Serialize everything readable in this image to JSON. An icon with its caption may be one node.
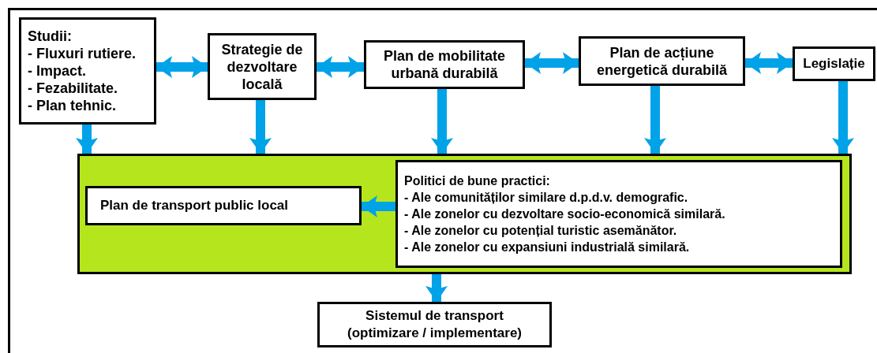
{
  "diagram": {
    "nodes": [
      {
        "text": [
          "Studii:",
          "- Fluxuri rutiere.",
          "- Impact.",
          "- Fezabilitate.",
          "- Plan tehnic."
        ]
      },
      {
        "text": [
          "Strategie de dezvoltare locală"
        ]
      },
      {
        "text": [
          "Plan de mobilitate urbană durabilă"
        ]
      },
      {
        "text": [
          "Plan de acțiune energetică durabilă"
        ]
      },
      {
        "text": [
          "Legislație"
        ]
      },
      {
        "text": [],
        "shape": "box"
      },
      {
        "text": [
          "Plan de transport public local"
        ],
        "in": 5
      },
      {
        "text": [
          "Politici de bune practici:",
          "- Ale comunităților similare d.p.d.v. demografic.",
          "- Ale zonelor cu dezvoltare socio-economică similară.",
          "- Ale zonelor cu potențial turistic asemănător.",
          "- Ale zonelor cu expansiuni industrială similară."
        ],
        "in": 5
      },
      {
        "text": [
          "Sistemul de transport (optimizare / implementare)"
        ]
      }
    ],
    "edges": [
      {
        "from": 0,
        "to": 1,
        "arrow": "both"
      },
      {
        "from": 1,
        "to": 2,
        "arrow": "both"
      },
      {
        "from": 2,
        "to": 3,
        "arrow": "both"
      },
      {
        "from": 3,
        "to": 4,
        "arrow": "both"
      },
      {
        "from": 0,
        "to": 5,
        "arrow": "to"
      },
      {
        "from": 1,
        "to": 5,
        "arrow": "to"
      },
      {
        "from": 2,
        "to": 5,
        "arrow": "to"
      },
      {
        "from": 3,
        "to": 5,
        "arrow": "to"
      },
      {
        "from": 4,
        "to": 5,
        "arrow": "to"
      },
      {
        "from": 7,
        "to": 6,
        "arrow": "to"
      },
      {
        "from": 5,
        "to": 8,
        "arrow": "to"
      }
    ]
  }
}
